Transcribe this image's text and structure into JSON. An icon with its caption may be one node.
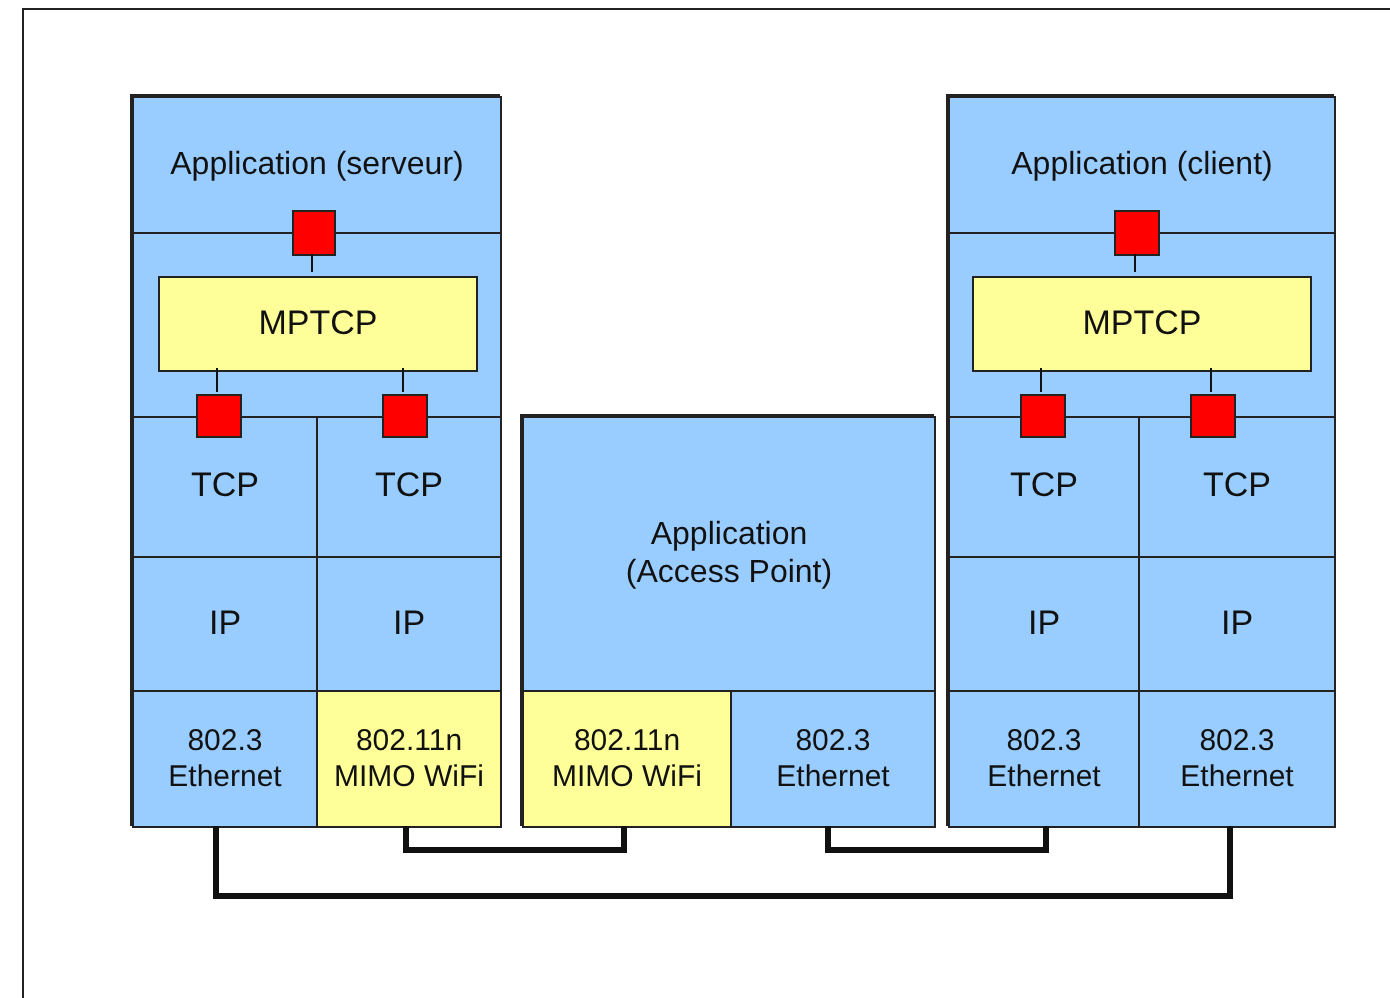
{
  "diagram": {
    "nodes": [
      {
        "text": [],
        "shape": "box"
      },
      {
        "text": [
          "Application (serveur)"
        ],
        "in": 0
      },
      {
        "text": [],
        "shape": "box",
        "in": 0
      },
      {
        "text": [
          "MPTCP"
        ],
        "in": 2
      },
      {
        "text": [],
        "shape": "box",
        "in": 0
      },
      {
        "text": [],
        "shape": "box",
        "in": 0
      },
      {
        "text": [],
        "shape": "box",
        "in": 0
      },
      {
        "text": [
          "TCP"
        ],
        "in": 0
      },
      {
        "text": [
          "TCP"
        ],
        "in": 0
      },
      {
        "text": [
          "IP"
        ],
        "in": 0
      },
      {
        "text": [
          "IP"
        ],
        "in": 0
      },
      {
        "text": [
          "802.3 Ethernet"
        ],
        "in": 0
      },
      {
        "text": [
          "802.11n MIMO WiFi"
        ],
        "in": 0
      },
      {
        "text": [],
        "shape": "box"
      },
      {
        "text": [
          "Application (Access Point)"
        ],
        "in": 13
      },
      {
        "text": [
          "802.11n MIMO WiFi"
        ],
        "in": 13
      },
      {
        "text": [
          "802.3 Ethernet"
        ],
        "in": 13
      },
      {
        "text": [],
        "shape": "box"
      },
      {
        "text": [
          "Application (client)"
        ],
        "in": 17
      },
      {
        "text": [],
        "shape": "box",
        "in": 17
      },
      {
        "text": [
          "MPTCP"
        ],
        "in": 19
      },
      {
        "text": [],
        "shape": "box",
        "in": 17
      },
      {
        "text": [],
        "shape": "box",
        "in": 17
      },
      {
        "text": [],
        "shape": "box",
        "in": 17
      },
      {
        "text": [
          "TCP"
        ],
        "in": 17
      },
      {
        "text": [
          "TCP"
        ],
        "in": 17
      },
      {
        "text": [
          "IP"
        ],
        "in": 17
      },
      {
        "text": [
          "IP"
        ],
        "in": 17
      },
      {
        "text": [
          "802.3 Ethernet"
        ],
        "in": 17
      },
      {
        "text": [
          "802.3 Ethernet"
        ],
        "in": 17
      }
    ],
    "edges": [
      {
        "from": 4,
        "to": 3,
        "arrow": "none"
      },
      {
        "from": 3,
        "to": 5,
        "arrow": "none"
      },
      {
        "from": 3,
        "to": 6,
        "arrow": "none"
      },
      {
        "from": 21,
        "to": 20,
        "arrow": "none"
      },
      {
        "from": 20,
        "to": 22,
        "arrow": "none"
      },
      {
        "from": 20,
        "to": 23,
        "arrow": "none"
      },
      {
        "from": 11,
        "to": 29,
        "arrow": "none",
        "style": "thick"
      },
      {
        "from": 12,
        "to": 15,
        "arrow": "none",
        "style": "thick"
      },
      {
        "from": 16,
        "to": 28,
        "arrow": "none",
        "style": "thick"
      }
    ]
  }
}
